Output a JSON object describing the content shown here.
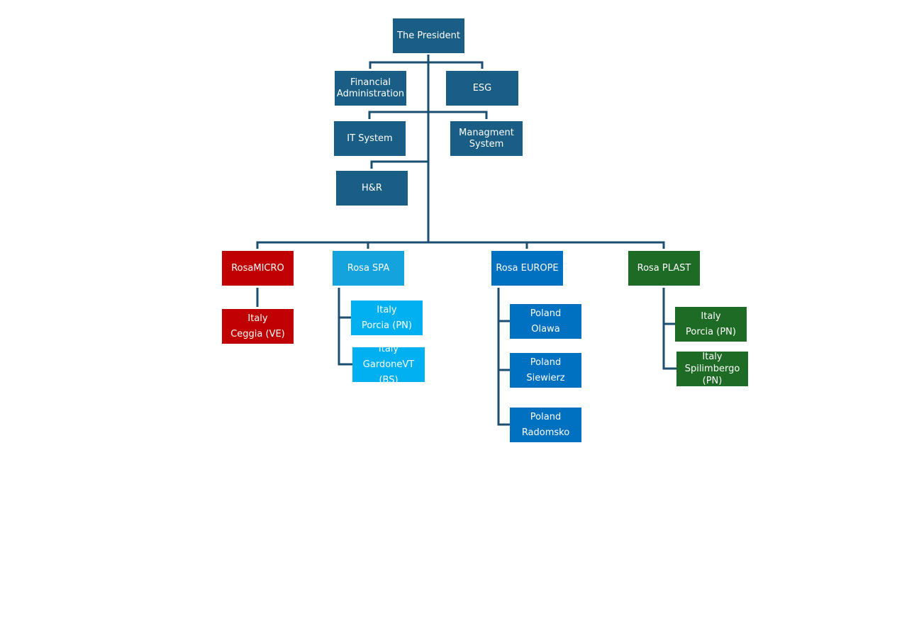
{
  "colors": {
    "connector": "#1b4f72",
    "corporate": "#1b5e85",
    "rosamicro": "#c00000",
    "rosaspa": "#14a3dc",
    "rosaspa_units": "#00b0f0",
    "rosaeurope": "#0070c0",
    "rosaplast": "#1e6b25"
  },
  "nodes": {
    "president": {
      "lines": [
        "The President"
      ]
    },
    "financial": {
      "lines": [
        "Financial",
        "Administration"
      ]
    },
    "esg": {
      "lines": [
        "ESG"
      ]
    },
    "it": {
      "lines": [
        "IT System"
      ]
    },
    "management": {
      "lines": [
        "Managment",
        "System"
      ]
    },
    "hr": {
      "lines": [
        "H&R"
      ]
    },
    "rosamicro": {
      "lines": [
        "RosaMICRO"
      ]
    },
    "rosaspa": {
      "lines": [
        "Rosa SPA"
      ]
    },
    "rosaeurope": {
      "lines": [
        "Rosa EUROPE"
      ]
    },
    "rosaplast": {
      "lines": [
        "Rosa PLAST"
      ]
    },
    "micro_ceggia": {
      "lines": [
        "Italy",
        "Ceggia (VE)"
      ]
    },
    "spa_porcia": {
      "lines": [
        "Italy",
        "Porcia (PN)"
      ]
    },
    "spa_gardone": {
      "lines": [
        "Italy",
        "GardoneVT (BS)"
      ]
    },
    "eu_olawa": {
      "lines": [
        "Poland",
        "Olawa"
      ]
    },
    "eu_siewierz": {
      "lines": [
        "Poland",
        "Siewierz"
      ]
    },
    "eu_radomsko": {
      "lines": [
        "Poland",
        "Radomsko"
      ]
    },
    "plast_porcia": {
      "lines": [
        "Italy",
        "Porcia (PN)"
      ]
    },
    "plast_spilimbergo": {
      "lines": [
        "Italy",
        "Spilimbergo",
        "(PN)"
      ]
    }
  }
}
